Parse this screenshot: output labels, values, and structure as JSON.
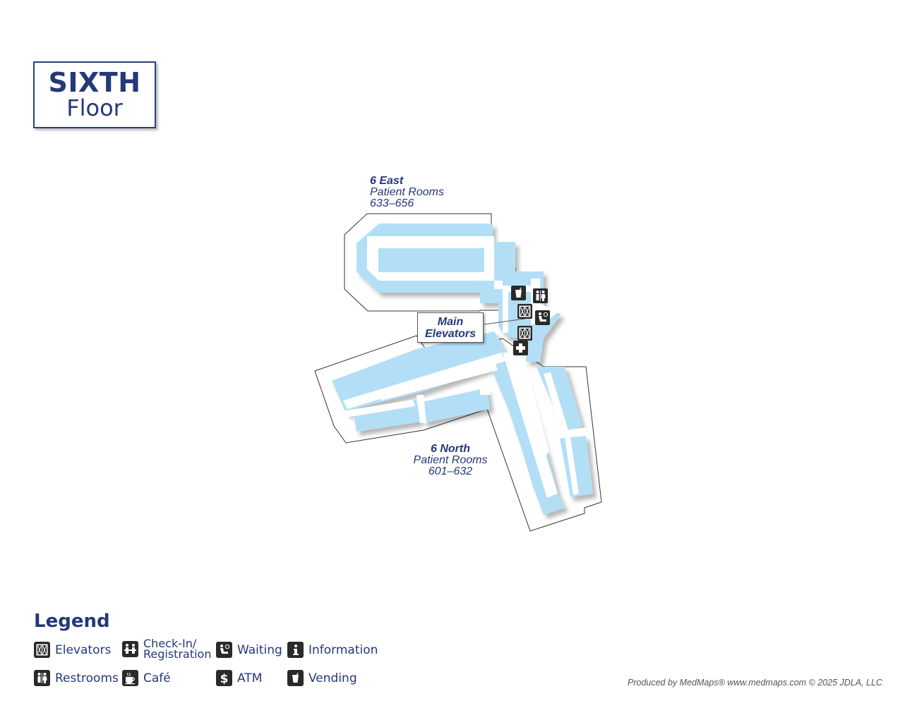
{
  "floor": {
    "title": "SIXTH",
    "subtitle": "Floor"
  },
  "areas": {
    "east": {
      "name": "6 East",
      "desc": "Patient Rooms",
      "range": "633–656"
    },
    "north": {
      "name": "6 North",
      "desc": "Patient Rooms",
      "range": "601–632"
    }
  },
  "callout": {
    "line1": "Main",
    "line2": "Elevators"
  },
  "legend": {
    "title": "Legend",
    "items": {
      "elevators": {
        "label": "Elevators",
        "icon": "elevator-icon"
      },
      "checkin": {
        "label1": "Check-In/",
        "label2": "Registration",
        "icon": "check-in-icon"
      },
      "waiting": {
        "label": "Waiting",
        "icon": "waiting-icon"
      },
      "information": {
        "label": "Information",
        "icon": "information-icon"
      },
      "restrooms": {
        "label": "Restrooms",
        "icon": "restroom-icon"
      },
      "cafe": {
        "label": "Café",
        "icon": "cafe-icon"
      },
      "atm": {
        "label": "ATM",
        "icon": "atm-icon"
      },
      "vending": {
        "label": "Vending",
        "icon": "vending-icon"
      }
    }
  },
  "credit": "Produced by MedMaps®  www.medmaps.com   © 2025 JDLA, LLC",
  "colors": {
    "navy": "#24387a",
    "room_blue": "#b3dff6",
    "outline": "#333333"
  }
}
